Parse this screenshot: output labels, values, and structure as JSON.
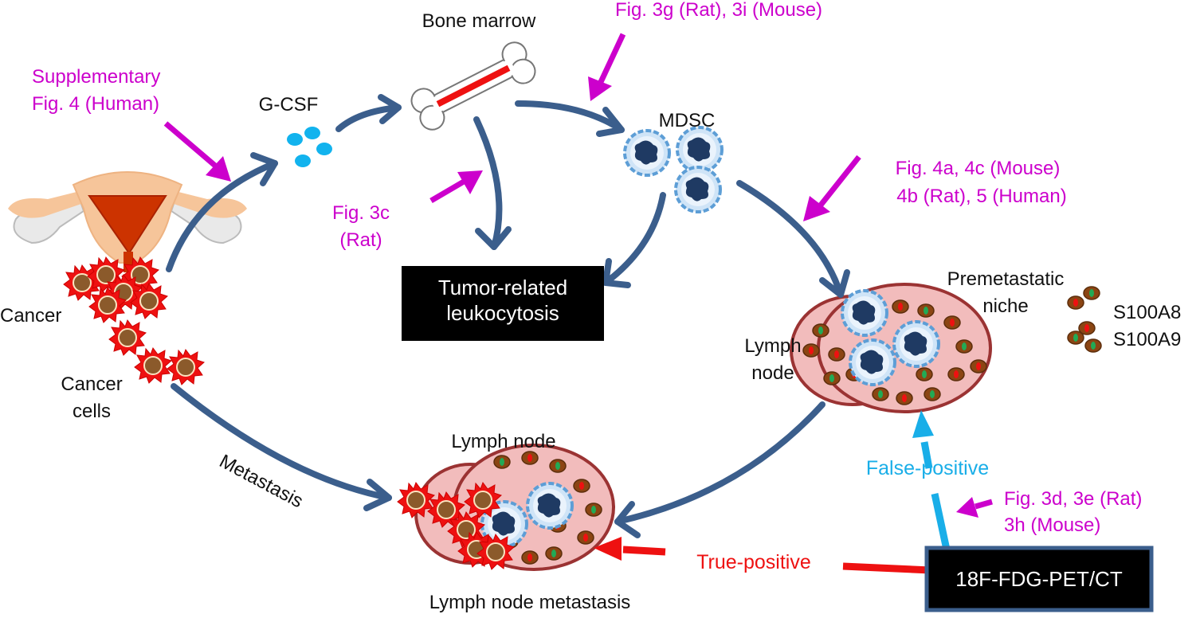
{
  "labels": {
    "bone_marrow": "Bone marrow",
    "gcsf": "G-CSF",
    "mdsc": "MDSC",
    "cancer": "Cancer",
    "cancer_cells_1": "Cancer",
    "cancer_cells_2": "cells",
    "metastasis": "Metastasis",
    "lymph_node_top": "Lymph node",
    "lymph_node_metastasis": "Lymph node metastasis",
    "lymph_1": "Lymph",
    "lymph_2": "node",
    "premetastatic_1": "Premetastatic",
    "premetastatic_2": "niche",
    "s100a8": "S100A8",
    "s100a9": "S100A9",
    "false_positive": "False-positive",
    "true_positive": "True-positive"
  },
  "boxes": {
    "leukocytosis_1": "Tumor-related",
    "leukocytosis_2": "leukocytosis",
    "pet": "18F-FDG-PET/CT"
  },
  "refs": {
    "supp_1": "Supplementary",
    "supp_2": "Fig. 4 (Human)",
    "fig3g": "Fig. 3g (Rat), 3i (Mouse)",
    "fig3c_1": "Fig. 3c",
    "fig3c_2": "(Rat)",
    "fig4_1": "Fig. 4a, 4c (Mouse)",
    "fig4_2": "4b (Rat), 5 (Human)",
    "fig3d_1": "Fig. 3d, 3e (Rat)",
    "fig3d_2": "3h (Mouse)"
  },
  "colors": {
    "flow_arrow": "#3b5e8c",
    "reference_text": "#cc00cc",
    "false_positive": "#19aee8",
    "true_positive": "#ee1111",
    "cancer_cell": "#ee1111",
    "lymph_node": "#f2bcbc"
  },
  "icons": [
    "uterus-icon",
    "bone-icon",
    "gcsf-molecules-icon",
    "mdsc-cell-icon",
    "cancer-cell-icon",
    "lymph-node-icon",
    "s100-protein-icon"
  ]
}
